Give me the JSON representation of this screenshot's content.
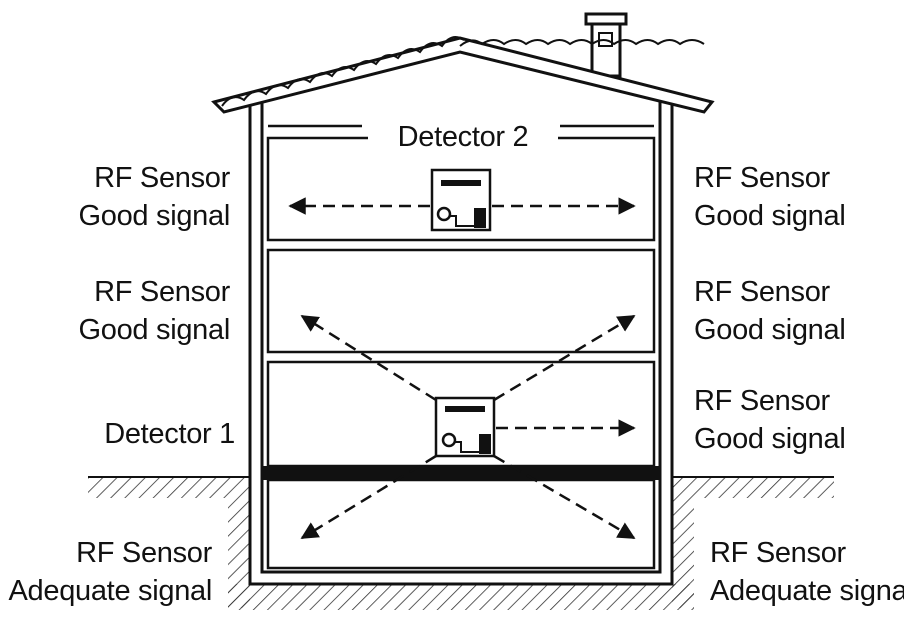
{
  "detectors": {
    "detector_1": "Detector 1",
    "detector_2": "Detector 2"
  },
  "sensors": {
    "top_left": {
      "line1": "RF Sensor",
      "line2": "Good signal"
    },
    "top_right": {
      "line1": "RF Sensor",
      "line2": "Good signal"
    },
    "mid_left": {
      "line1": "RF Sensor",
      "line2": "Good signal"
    },
    "mid_right": {
      "line1": "RF Sensor",
      "line2": "Good signal"
    },
    "low_right": {
      "line1": "RF Sensor",
      "line2": "Good signal"
    },
    "base_left": {
      "line1": "RF Sensor",
      "line2": "Adequate signal"
    },
    "base_right": {
      "line1": "RF Sensor",
      "line2": "Adequate signal"
    }
  },
  "colors": {
    "ink": "#111111",
    "paper": "#ffffff"
  }
}
